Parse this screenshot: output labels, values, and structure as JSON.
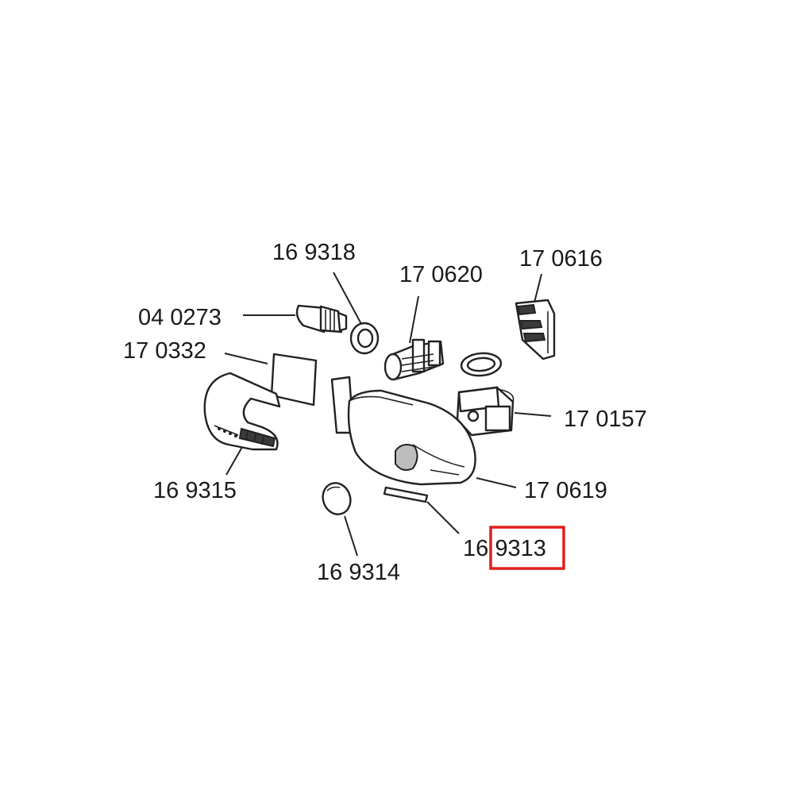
{
  "diagram": {
    "parts": [
      {
        "id": "p169318",
        "label": "16 9318"
      },
      {
        "id": "p170620",
        "label": "17 0620"
      },
      {
        "id": "p170616",
        "label": "17 0616"
      },
      {
        "id": "p040273",
        "label": "04 0273"
      },
      {
        "id": "p170332",
        "label": "17 0332"
      },
      {
        "id": "p170157",
        "label": "17 0157"
      },
      {
        "id": "p169315",
        "label": "16 9315"
      },
      {
        "id": "p170619",
        "label": "17 0619"
      },
      {
        "id": "p169314",
        "label": "16 9314"
      },
      {
        "id": "p169313",
        "label": "16 9313"
      }
    ],
    "highlight": {
      "color": "#e01e1e"
    },
    "colors": {
      "line": "#222222",
      "fill_shade": "#bdbdbd",
      "dark": "#3a3a3a"
    }
  }
}
